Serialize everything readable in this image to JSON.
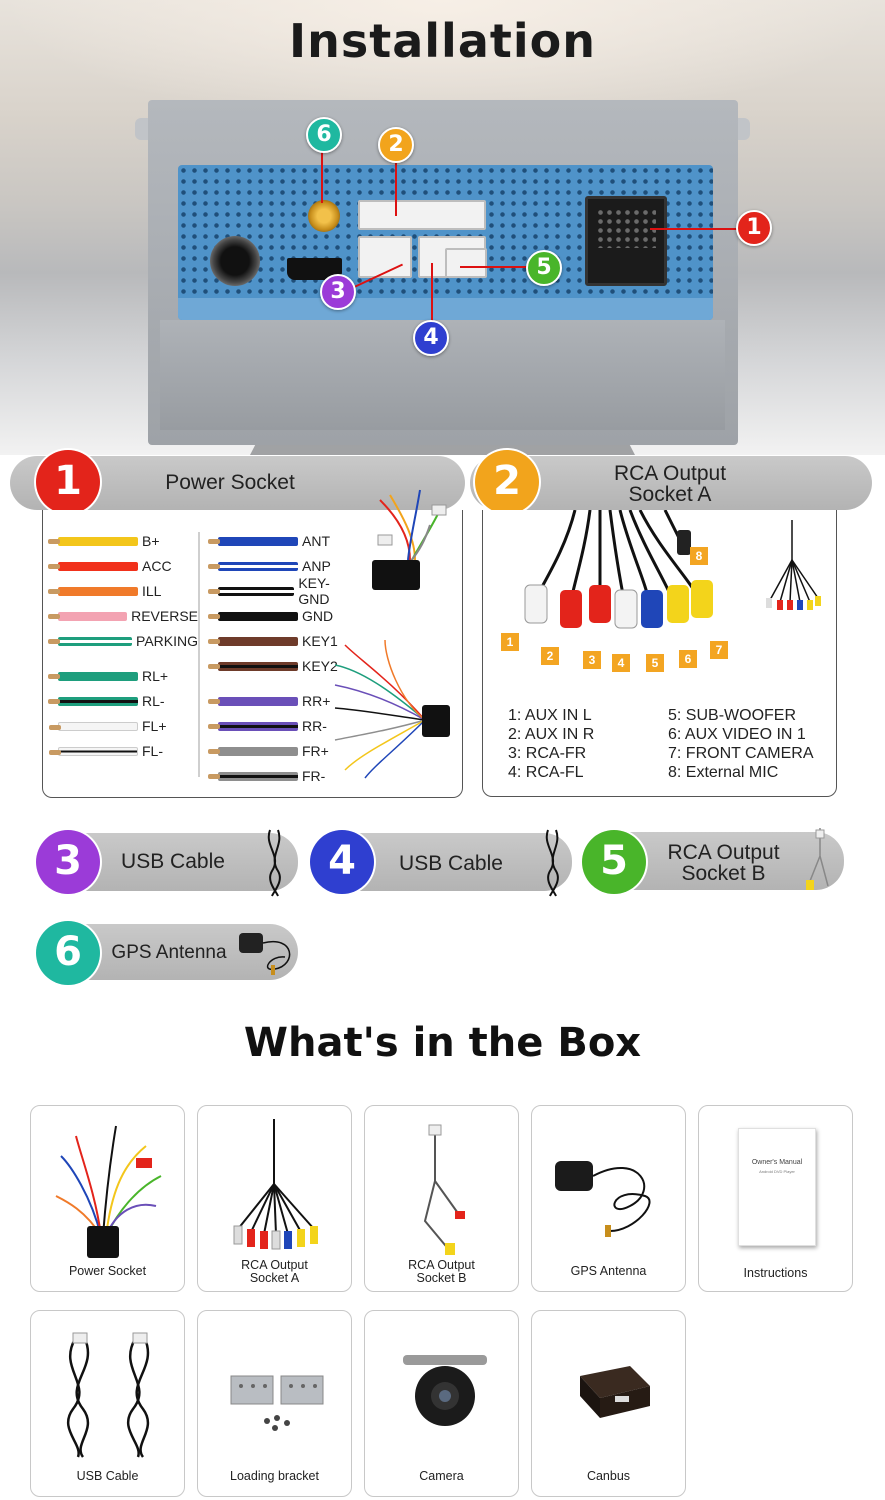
{
  "hero": {
    "title": "Installation",
    "markers": [
      "1",
      "2",
      "3",
      "4",
      "5",
      "6"
    ],
    "marker_colors": {
      "1": "#e3241b",
      "2": "#f2a41c",
      "3": "#9b3bd8",
      "4": "#2f3fd0",
      "5": "#49b52a",
      "6": "#1fb8a0"
    }
  },
  "bars": [
    {
      "num": "1",
      "label": "Power Socket",
      "color": "#e3241b"
    },
    {
      "num": "2",
      "label_lines": [
        "RCA Output",
        "Socket A"
      ],
      "color": "#f2a41c"
    },
    {
      "num": "3",
      "label": "USB Cable",
      "color": "#9b3bd8"
    },
    {
      "num": "4",
      "label": "USB Cable",
      "color": "#2f3fd0"
    },
    {
      "num": "5",
      "label_lines": [
        "RCA Output",
        "Socket B"
      ],
      "color": "#49b52a"
    },
    {
      "num": "6",
      "label": "GPS Antenna",
      "color": "#1fb8a0"
    }
  ],
  "power_wires": {
    "left": [
      {
        "label": "B+",
        "color": "#f3c61b"
      },
      {
        "label": "ACC",
        "color": "#f1311b"
      },
      {
        "label": "ILL",
        "color": "#f07a2a"
      },
      {
        "label": "REVERSE",
        "color": "#f3a3b2"
      },
      {
        "label": "PARKING",
        "color": "#1e9e7d",
        "stripe": "#ffffff"
      },
      {
        "label": "RL+",
        "color": "#1e9e7d"
      },
      {
        "label": "RL-",
        "color": "#1e9e7d",
        "stripe": "#111111"
      },
      {
        "label": "FL+",
        "color": "#f5f5f5"
      },
      {
        "label": "FL-",
        "color": "#f5f5f5",
        "stripe": "#111111"
      }
    ],
    "right": [
      {
        "label": "ANT",
        "color": "#1f46b8"
      },
      {
        "label": "ANP",
        "color": "#1f46b8",
        "stripe": "#ffffff"
      },
      {
        "label": "KEY-GND",
        "color": "#111111",
        "stripe": "#ffffff"
      },
      {
        "label": "GND",
        "color": "#111111"
      },
      {
        "label": "KEY1",
        "color": "#6e3b2a"
      },
      {
        "label": "KEY2",
        "color": "#6e3b2a",
        "stripe": "#111111"
      },
      {
        "label": "RR+",
        "color": "#6a4fb8"
      },
      {
        "label": "RR-",
        "color": "#6a4fb8",
        "stripe": "#111111"
      },
      {
        "label": "FR+",
        "color": "#8e8e8e"
      },
      {
        "label": "FR-",
        "color": "#8e8e8e",
        "stripe": "#111111"
      }
    ]
  },
  "rca": {
    "numbers": [
      "1",
      "2",
      "3",
      "4",
      "5",
      "6",
      "7",
      "8"
    ],
    "left": [
      "1: AUX IN L",
      "2: AUX IN R",
      "3: RCA-FR",
      "4: RCA-FL"
    ],
    "right": [
      "5: SUB-WOOFER",
      "6: AUX VIDEO IN 1",
      "7: FRONT CAMERA",
      "8: External MIC"
    ]
  },
  "box": {
    "title": "What's in the Box",
    "items": [
      {
        "label": "Power Socket"
      },
      {
        "label_lines": [
          "RCA Output",
          "Socket A"
        ]
      },
      {
        "label_lines": [
          "RCA Output",
          "Socket B"
        ]
      },
      {
        "label": "GPS Antenna"
      },
      {
        "label": "Instructions",
        "manual_title": "Owner's Manual",
        "manual_subtitle": "Android DVD Player"
      },
      {
        "label": "USB Cable"
      },
      {
        "label": "Loading bracket"
      },
      {
        "label": "Camera"
      },
      {
        "label": "Canbus"
      }
    ]
  }
}
